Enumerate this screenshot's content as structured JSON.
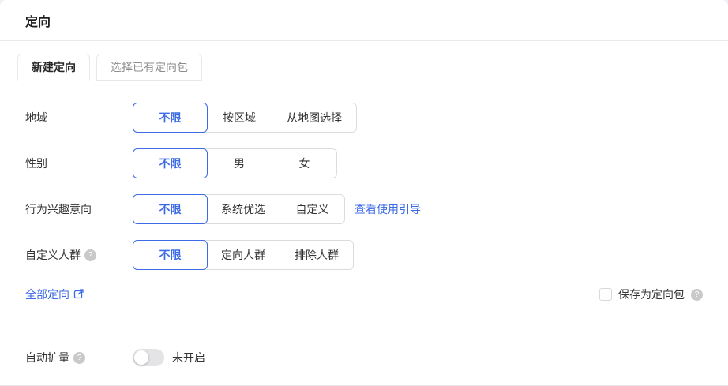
{
  "colors": {
    "accent": "#3d6be5"
  },
  "header": {
    "title": "定向"
  },
  "tabs": [
    {
      "label": "新建定向"
    },
    {
      "label": "选择已有定向包"
    }
  ],
  "rows": [
    {
      "label": "地域",
      "options": [
        "不限",
        "按区域",
        "从地图选择"
      ],
      "selected": "不限"
    },
    {
      "label": "性别",
      "options": [
        "不限",
        "男",
        "女"
      ],
      "selected": "不限"
    },
    {
      "label": "行为兴趣意向",
      "options": [
        "不限",
        "系统优选",
        "自定义"
      ],
      "selected": "不限",
      "link": "查看使用引导"
    },
    {
      "label": "自定义人群",
      "options": [
        "不限",
        "定向人群",
        "排除人群"
      ],
      "selected": "不限"
    }
  ],
  "footer": {
    "all_targeting_link": "全部定向",
    "save_package_label": "保存为定向包"
  },
  "auto_expand": {
    "label": "自动扩量",
    "status": "未开启",
    "state": "off"
  }
}
